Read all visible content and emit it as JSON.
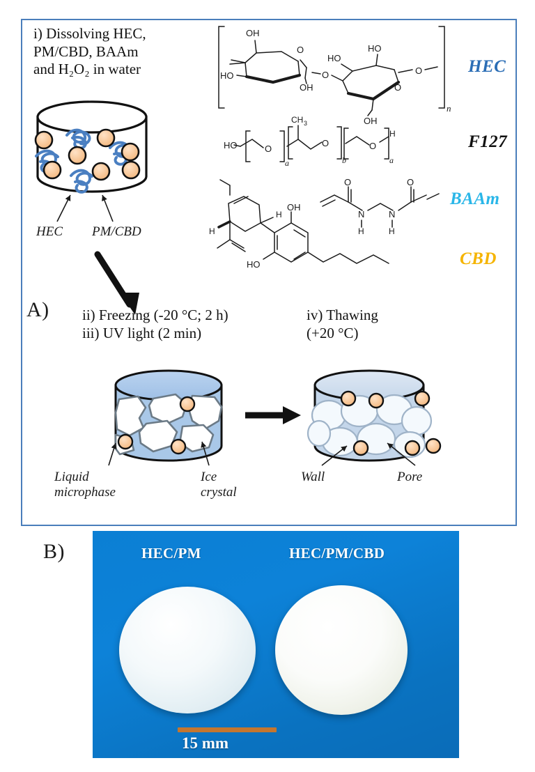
{
  "figure": {
    "panel_a_label": "A)",
    "panel_b_label": "B)"
  },
  "panel_a": {
    "border_color": "#4a7ebb",
    "steps": {
      "step_i": "i) Dissolving  HEC,\nPM/CBD, BAAm\nand H₂O₂ in water",
      "step_ii_iii": "ii) Freezing (-20 °C; 2 h)\niii) UV light (2 min)",
      "step_iv": "iv) Thawing\n    (+20 °C)"
    },
    "molecules": [
      {
        "name": "HEC",
        "label": "HEC",
        "color": "#2a6db5",
        "description": "hydroxyethyl cellulose repeating disaccharide unit, bracketed with subscript n"
      },
      {
        "name": "F127",
        "label": "F127",
        "color": "#111111",
        "description": "poloxamer HO-(CH2CH2O)a-(CH(CH3)CH2O)b-(CH2CH2O)a-H"
      },
      {
        "name": "BAAm",
        "label": "BAAm",
        "color": "#29b6e8",
        "description": "N,N'-methylenebisacrylamide"
      },
      {
        "name": "CBD",
        "label": "CBD",
        "color": "#f5b400",
        "description": "cannabidiol"
      }
    ],
    "molecule_text": {
      "oh": "OH",
      "ho": "HO",
      "o": "O",
      "n": "n",
      "a": "a",
      "b": "b",
      "h": "H",
      "ch3": "CH₃",
      "nh": "N"
    },
    "callouts": {
      "hec": "HEC",
      "pm_cbd": "PM/CBD",
      "liquid_microphase": "Liquid\nmicrophase",
      "ice_crystal": "Ice\ncrystal",
      "wall": "Wall",
      "pore": "Pore"
    },
    "colors": {
      "micelle_fill": "#f7c89a",
      "polymer_blue": "#4a7fc1",
      "liquid_phase": "#a9c8e8",
      "ice_crystal": "#ffffff",
      "pore_wall": "#c4d6ea"
    }
  },
  "panel_b": {
    "background_color": "#0b7fd4",
    "sample_labels": [
      "HEC/PM",
      "HEC/PM/CBD"
    ],
    "scale_bar": {
      "label": "15 mm",
      "color": "#c4762f"
    }
  }
}
